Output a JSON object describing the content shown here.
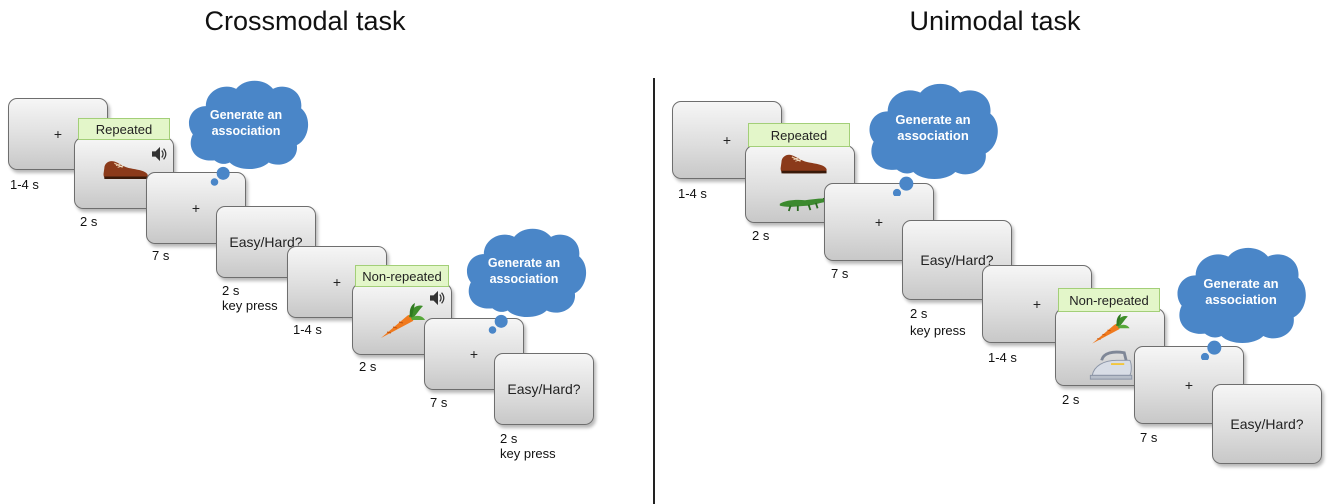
{
  "left": {
    "title": "Crossmodal task",
    "fix1_symbol": "+",
    "fix1_time": "1-4 s",
    "tag1": "Repeated",
    "stim1_time": "2 s",
    "fix2_symbol": "+",
    "fix2_time": "7 s",
    "rate1_text": "Easy/Hard?",
    "rate1_time": "2 s",
    "rate1_note": "key press",
    "cloud1_line1": "Generate an",
    "cloud1_line2": "association",
    "fix3_symbol": "+",
    "fix3_time": "1-4 s",
    "tag2": "Non-repeated",
    "stim2_time": "2 s",
    "fix4_symbol": "+",
    "fix4_time": "7 s",
    "rate2_text": "Easy/Hard?",
    "rate2_time": "2 s",
    "rate2_note": "key press",
    "cloud2_line1": "Generate an",
    "cloud2_line2": "association"
  },
  "right": {
    "title": "Unimodal task",
    "fix1_symbol": "+",
    "fix1_time": "1-4 s",
    "tag1": "Repeated",
    "stim1_time": "2 s",
    "fix2_symbol": "+",
    "fix2_time": "7 s",
    "rate1_text": "Easy/Hard?",
    "rate1_time": "2 s",
    "rate1_note": "key press",
    "cloud1_line1": "Generate an",
    "cloud1_line2": "association",
    "fix3_symbol": "+",
    "fix3_time": "1-4 s",
    "tag2": "Non-repeated",
    "stim2_time": "2 s",
    "fix4_symbol": "+",
    "fix4_time": "7 s",
    "rate2_text": "Easy/Hard?",
    "cloud2_line1": "Generate an",
    "cloud2_line2": "association"
  },
  "colors": {
    "cloud": "#4a86c8",
    "tag_fill": "#e3f6c9",
    "tag_border": "#a3cf78",
    "screen": "#dedede"
  },
  "icons": [
    "shoe-icon",
    "speaker-icon",
    "carrot-icon",
    "crocodile-icon",
    "iron-icon"
  ]
}
